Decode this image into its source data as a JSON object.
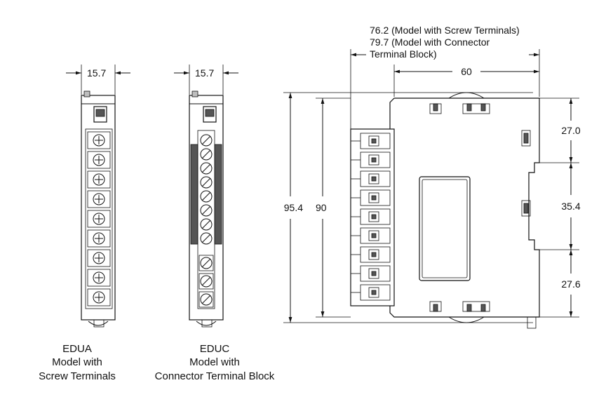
{
  "edua": {
    "width_dim": "15.7",
    "caption": [
      "EDUA",
      "Model with",
      "Screw Terminals"
    ],
    "terminals": 9
  },
  "educ": {
    "width_dim": "15.7",
    "caption": [
      "EDUC",
      "Model with",
      "Connector Terminal Block"
    ],
    "connector_terminals": 8,
    "screw_terminals": 3
  },
  "side": {
    "depth_note": [
      "76.2 (Model with Screw Terminals)",
      "79.7 (Model with Connector",
      "Terminal Block)"
    ],
    "depth_60": "60",
    "height_outer": "95.4",
    "height_inner": "90",
    "right_dims": [
      "27.0",
      "35.4",
      "27.6"
    ],
    "terminals": 9
  }
}
